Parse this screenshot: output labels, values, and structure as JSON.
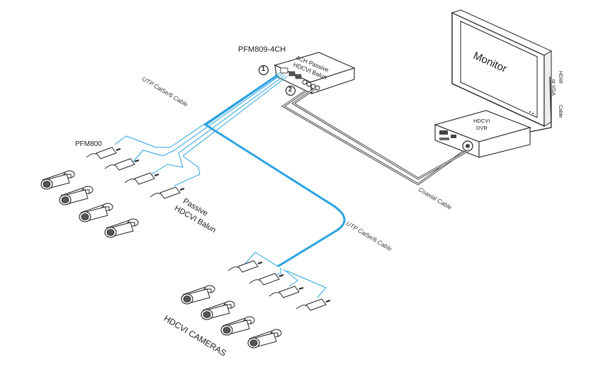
{
  "labels": {
    "device_model": "PFM809-4CH",
    "device_line1": "4CH Passive",
    "device_line2": "HDCVI Balun",
    "port_1": "1",
    "port_2": "2",
    "monitor": "Monitor",
    "dvr_line1": "HDCVI",
    "dvr_line2": "DVR",
    "cable_utp_upper": "UTP Cat5e/6 Cable",
    "cable_utp_lower": "UTP Cat5e/6 Cable",
    "cable_coaxial": "Coaxial Cable",
    "cable_hdmi_a": "HDMI",
    "cable_hdmi_b": "or VGA",
    "cable_hdmi_c": "Cable",
    "balun_model": "PFM800",
    "balun_line1": "Passive",
    "balun_line2": "HDCVI Balun",
    "cameras": "HDCVI CAMERAS"
  },
  "colors": {
    "utp_cable": "#2aa3e0",
    "outline": "#222222",
    "coax": "#333333"
  },
  "camera_groups": [
    {
      "name": "upper-left",
      "count": 4
    },
    {
      "name": "lower-center",
      "count": 4
    }
  ]
}
